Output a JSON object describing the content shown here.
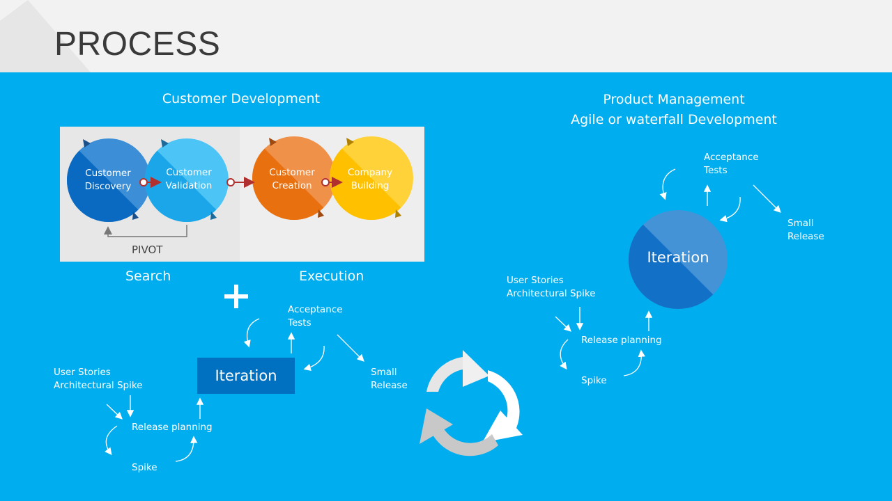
{
  "title": "PROCESS",
  "customer_dev": {
    "heading": "Customer Development",
    "circles": [
      {
        "label": "Customer\nDiscovery",
        "color": "#1f7fd1"
      },
      {
        "label": "Customer\nValidation",
        "color": "#2fb8f0"
      },
      {
        "label": "Customer\nCreation",
        "color": "#f0862e"
      },
      {
        "label": "Company\nBuilding",
        "color": "#ffc928"
      }
    ],
    "pivot": "PIVOT",
    "search": "Search",
    "execution": "Execution"
  },
  "plus": "+",
  "left_cycle": {
    "iteration": "Iteration",
    "acceptance": "Acceptance\nTests",
    "small_release": "Small\nRelease",
    "user_stories": "User Stories\nArchitectural Spike",
    "release_planning": "Release planning",
    "spike": "Spike"
  },
  "product_mgmt": {
    "heading_line1": "Product Management",
    "heading_line2": "Agile or waterfall Development"
  },
  "right_cycle": {
    "iteration": "Iteration",
    "acceptance": "Acceptance\nTests",
    "small_release": "Small\nRelease",
    "user_stories": "User Stories\nArchitectural Spike",
    "release_planning": "Release planning",
    "spike": "Spike"
  },
  "colors": {
    "background": "#00aeef",
    "header": "#f2f2f2",
    "iteration_box": "#0070c0"
  }
}
